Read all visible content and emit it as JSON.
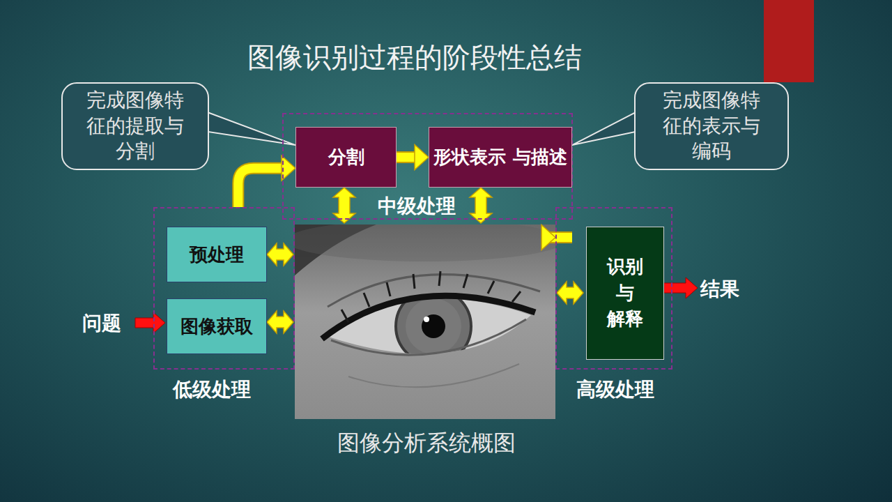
{
  "diagram": {
    "title": "图像识别过程的阶段性总结",
    "caption": "图像分析系统概图",
    "nodes": [
      {
        "text": [
          "完成图像特征的提取与分割"
        ]
      },
      {
        "text": [
          "完成图像特征的表示与编码"
        ]
      },
      {
        "text": [
          "中级处理"
        ]
      },
      {
        "text": [
          "分割"
        ],
        "in": 2
      },
      {
        "text": [
          "形状表示 与描述"
        ],
        "in": 2
      },
      {
        "text": [
          "低级处理"
        ]
      },
      {
        "text": [
          "预处理"
        ],
        "in": 5
      },
      {
        "text": [
          "图像获取"
        ],
        "in": 5
      },
      {
        "text": [
          "高级处理"
        ]
      },
      {
        "text": [
          "识别 与 解释"
        ],
        "in": 8
      }
    ],
    "edges": [
      {
        "from": 5,
        "to": 3,
        "arrow": "to"
      },
      {
        "from": 3,
        "to": 4,
        "arrow": "to"
      },
      {
        "from": 4,
        "to": 8,
        "arrow": "to"
      },
      {
        "from": 0,
        "to": 3,
        "arrow": "none"
      },
      {
        "from": 1,
        "to": 4,
        "arrow": "none"
      }
    ],
    "labels": [
      "问题",
      "结果"
    ]
  }
}
